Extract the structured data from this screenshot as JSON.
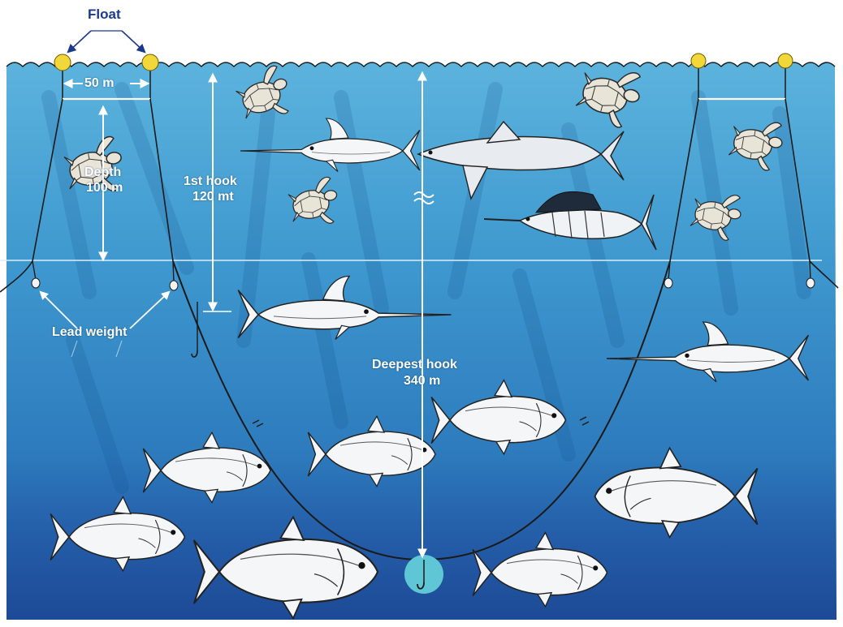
{
  "labels": {
    "float": "Float",
    "spacing": "50 m",
    "depth_line1": "Depth",
    "depth_line2": "100 m",
    "first_hook_line1": "1st hook",
    "first_hook_line2": "120 mt",
    "deepest_hook_line1": "Deepest hook",
    "deepest_hook_line2": "340 m",
    "lead_weight": "Lead weight"
  },
  "colors": {
    "sky": "#ffffff",
    "water_top": "#4fa8d6",
    "water_mid": "#2f86c4",
    "water_deep": "#1d4f9c",
    "float_yellow": "#f2d73a",
    "label_navy": "#1b3a8a",
    "hook_highlight": "#5fc6d6",
    "line": "#1a1a1a"
  },
  "icons": [
    "float-icon",
    "lead-weight-icon",
    "hook-icon",
    "turtle-icon",
    "swordfish-icon",
    "shark-icon",
    "marlin-icon",
    "tuna-icon"
  ]
}
